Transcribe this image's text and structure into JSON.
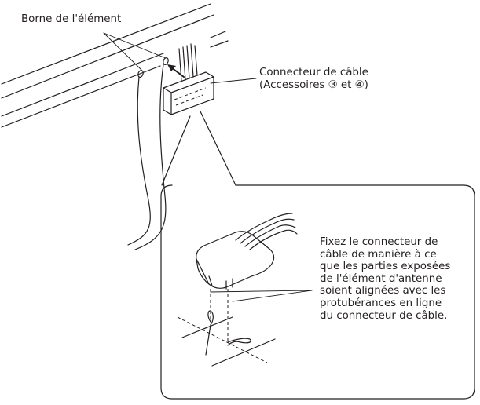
{
  "labels": {
    "terminal": "Borne de l'élément",
    "cable_connector": [
      "Connecteur de câble",
      "(Accessoires ③ et ④)"
    ],
    "detail_note": [
      "Fixez le connecteur de",
      "câble de manière à ce",
      "que les parties exposées",
      "de l'élément d'antenne",
      "soient alignées avec les",
      "protubérances en ligne",
      "du connecteur de câble."
    ]
  }
}
